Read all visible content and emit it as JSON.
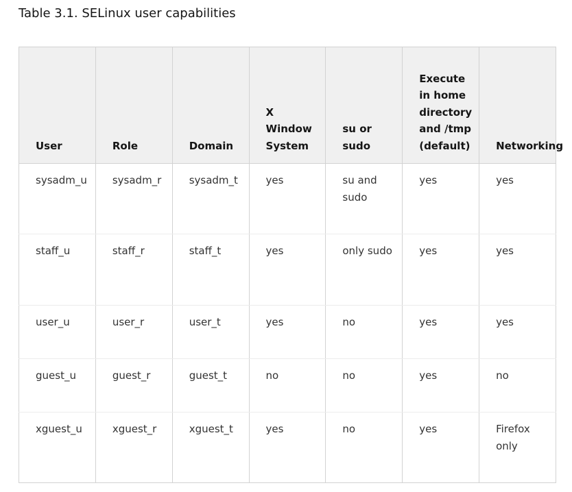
{
  "table": {
    "caption": "Table 3.1. SELinux user capabilities",
    "headers": [
      "User",
      "Role",
      "Domain",
      "X Window System",
      "su or sudo",
      "Execute in home directory and /tmp (default)",
      "Networking"
    ],
    "rows": [
      [
        "sysadm_u",
        "sysadm_r",
        "sysadm_t",
        "yes",
        "su and sudo",
        "yes",
        "yes"
      ],
      [
        "staff_u",
        "staff_r",
        "staff_t",
        "yes",
        "only sudo",
        "yes",
        "yes"
      ],
      [
        "user_u",
        "user_r",
        "user_t",
        "yes",
        "no",
        "yes",
        "yes"
      ],
      [
        "guest_u",
        "guest_r",
        "guest_t",
        "no",
        "no",
        "yes",
        "no"
      ],
      [
        "xguest_u",
        "xguest_r",
        "xguest_t",
        "yes",
        "no",
        "yes",
        "Firefox only"
      ]
    ]
  }
}
